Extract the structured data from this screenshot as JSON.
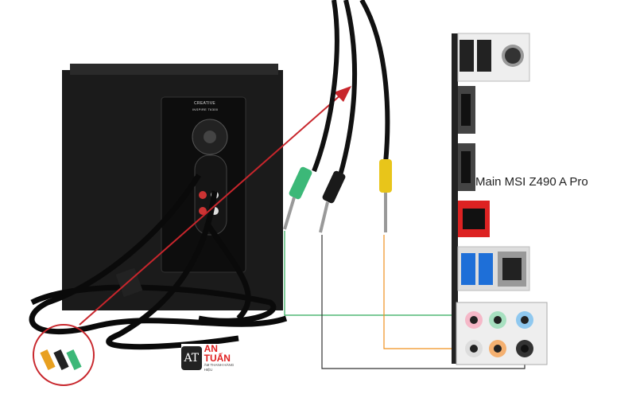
{
  "diagram": {
    "motherboard_label": "Main MSI Z490 A Pro",
    "speaker_brand": "CREATIVE",
    "speaker_model": "INSPIRE T6300",
    "logo": {
      "mark": "AT",
      "name": "AN TUẤN",
      "tagline": "ÂM THANH HÀNG HIỆU"
    },
    "colors": {
      "arrow": "#c8262c",
      "green_wire": "#2faa5a",
      "orange_wire": "#f0901e",
      "black_wire": "#333333",
      "green_jack": "#3cb878",
      "black_jack": "#1a1a1a",
      "yellow_jack": "#e8c51a"
    }
  }
}
